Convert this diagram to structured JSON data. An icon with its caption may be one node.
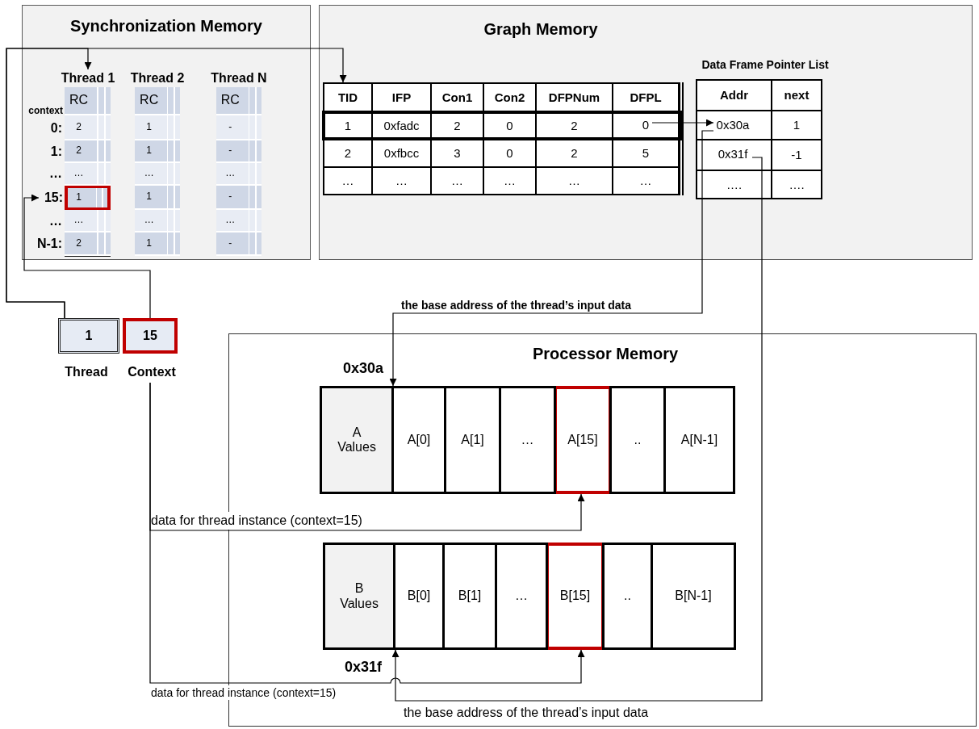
{
  "diagram": {
    "nodes": [
      {
        "text": [
          "Synchronization Memory"
        ]
      },
      {
        "text": [
          "Thread 1",
          "2",
          "2",
          "…",
          "…",
          "2"
        ],
        "in": 0
      },
      {
        "text": [
          "1"
        ],
        "in": 1
      },
      {
        "text": [
          "Thread 2",
          "RC",
          "1",
          "1",
          "…",
          "1",
          "…",
          "1"
        ],
        "in": 0
      },
      {
        "text": [
          "Thread N",
          "RC",
          "-",
          "-",
          "…",
          "-",
          "…",
          "-"
        ],
        "in": 0
      },
      {
        "text": [
          "15:"
        ],
        "in": 0
      },
      {
        "text": [
          "Graph Memory"
        ]
      },
      {
        "text": [
          "TID",
          "IFP",
          "Con1",
          "Con2",
          "DFPNum",
          "DFPL",
          "2",
          "0xfbcc",
          "3",
          "0",
          "2",
          "5",
          "…",
          "…",
          "…",
          "…",
          "…",
          "…"
        ],
        "in": 6
      },
      {
        "text": [
          "1",
          "0xfadc",
          "2",
          "0",
          "2"
        ],
        "in": 7
      },
      {
        "text": [
          "0"
        ],
        "in": 8
      },
      {
        "text": [
          "Data Frame Pointer List",
          "Addr",
          "next",
          "1",
          "-1",
          "….",
          "…."
        ],
        "in": 6
      },
      {
        "text": [
          "0x30a"
        ],
        "in": 10
      },
      {
        "text": [
          "0x31f"
        ],
        "in": 10
      },
      {
        "text": [
          "1",
          "Thread"
        ]
      },
      {
        "text": [
          "15",
          "Context"
        ]
      },
      {
        "text": [
          "Processor Memory"
        ]
      },
      {
        "text": [
          "A Values",
          "A[0]",
          "A[1]",
          "…",
          "..",
          "A[N-1]"
        ],
        "beside": [
          "0x30a"
        ],
        "in": 15
      },
      {
        "text": [
          "A[15]"
        ],
        "in": 16
      },
      {
        "text": [
          "B Values",
          "B[0]",
          "B[1]",
          "…",
          "..",
          "B[N-1]"
        ],
        "beside": [
          "0x31f"
        ],
        "in": 15
      },
      {
        "text": [
          "B[15]"
        ],
        "in": 18
      },
      {
        "text": [
          "RC"
        ],
        "in": 1
      }
    ],
    "edges": [
      {
        "from": 13,
        "to": 1,
        "arrow": "to"
      },
      {
        "from": 13,
        "to": 7,
        "arrow": "to"
      },
      {
        "from": 14,
        "to": 5,
        "arrow": "to"
      },
      {
        "from": 14,
        "to": 17,
        "arrow": "to",
        "label": "data for thread instance (context=15)"
      },
      {
        "from": 14,
        "to": 19,
        "arrow": "to",
        "label": "data for thread instance (context=15)"
      },
      {
        "from": 9,
        "to": 11,
        "arrow": "to"
      },
      {
        "from": 11,
        "to": 16,
        "arrow": "to",
        "label": "the base address of the thread’s input data"
      },
      {
        "from": 12,
        "to": 18,
        "arrow": "to",
        "label": "the base address of the thread’s input data"
      }
    ],
    "labels": [
      "context",
      "0:",
      "1:",
      "…",
      "…",
      "N-1:"
    ]
  }
}
